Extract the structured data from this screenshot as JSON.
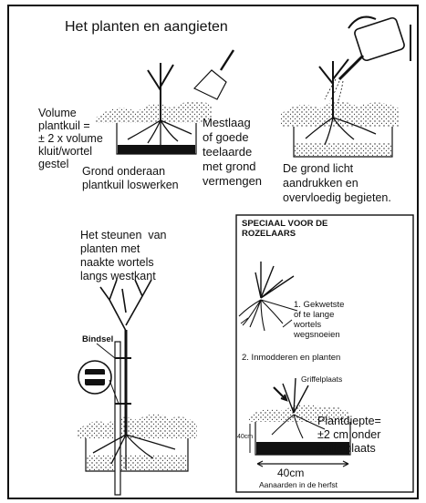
{
  "title": "Het  planten en aangieten",
  "steps": {
    "volume_note": "Volume\nplantkuil =\n± 2 x volume\nkluit/wortel\ngestel",
    "mestlaag": "Mestlaag\nof goede\nteelaarde\nmet grond\nvermengen",
    "grond_onderaan": "Grond onderaan\nplantkuil loswerken",
    "aandrukken": "De grond licht\naandrukken en\novervloedig begieten.",
    "steunen": "Het steunen  van\nplanten met\nnaakte wortels\nlangs westkant",
    "bindsel_label": "Bindsel"
  },
  "roses_box": {
    "heading": "SPECIAAL VOOR DE\nROZELAARS",
    "step1": "1. Gekwetste\nof te lange\nwortels\nwegsnoeien",
    "step2": "2. Inmodderen en planten",
    "griffelplaats": "Griffelplaats",
    "plantdiepte": "Plantdiepte=\n±2 cm onder\ngriffelplaats",
    "depth_label": "40cm",
    "width_label": "40cm",
    "footer": "Aanaarden in de herfst"
  }
}
